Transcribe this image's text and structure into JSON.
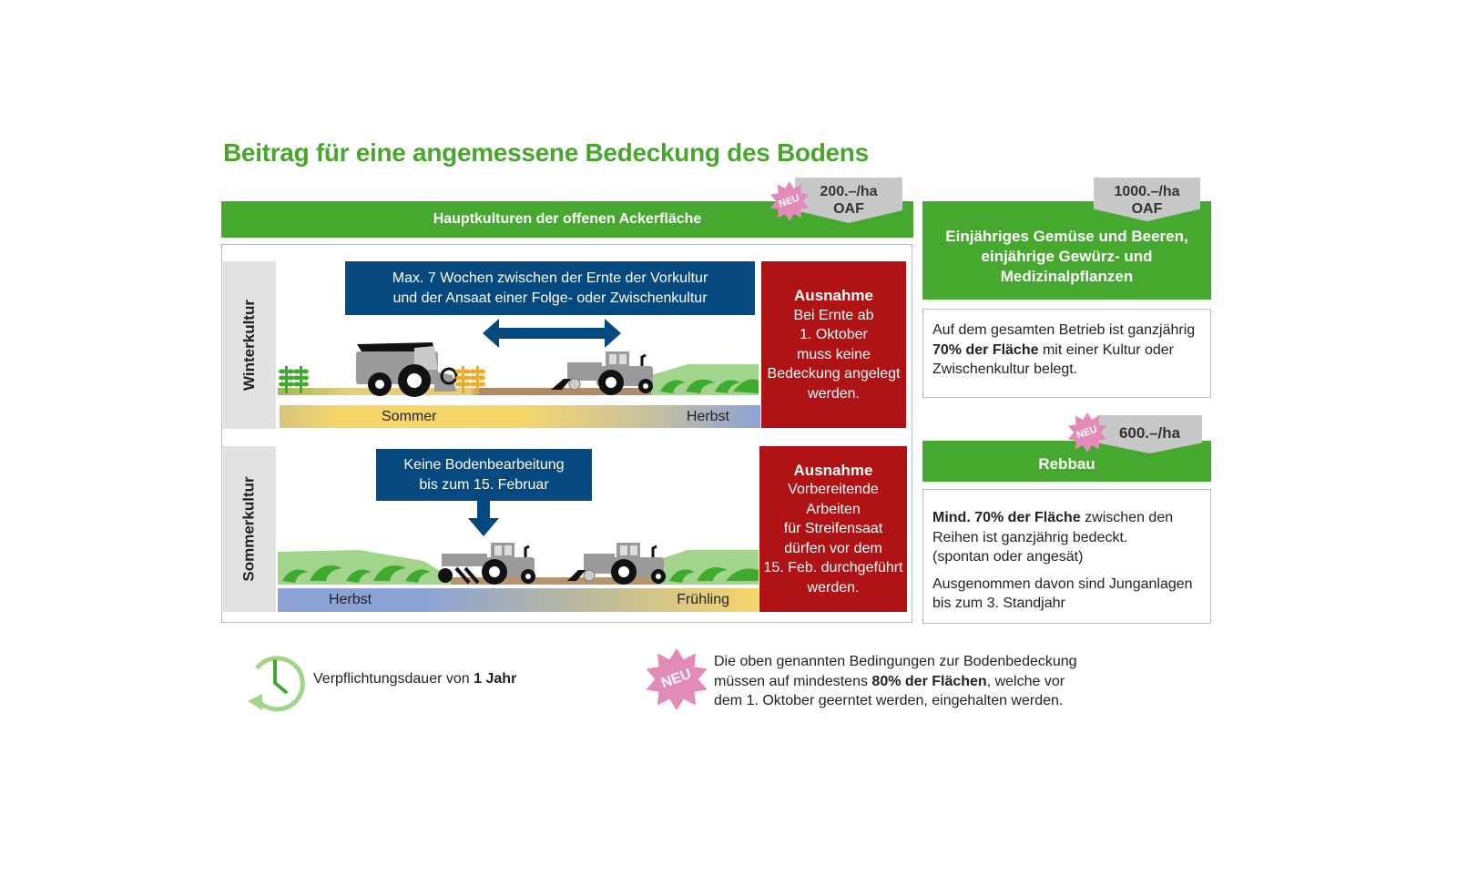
{
  "title": "Beitrag für eine angemessene Bedeckung des Bodens",
  "left_panel": {
    "header": "Hauptkulturen der offenen Ackerfläche",
    "badge": "NEU",
    "price_line1": "200.–/ha",
    "price_line2": "OAF",
    "winter": {
      "label": "Winterkultur",
      "info": [
        "Max. 7 Wochen zwischen der Ernte der Vorkultur",
        "und der Ansaat einer Folge- oder Zwischenkultur"
      ],
      "seasons": [
        "Sommer",
        "Herbst"
      ],
      "exception_title": "Ausnahme",
      "exception_lines": [
        "Bei Ernte ab",
        "1. Oktober",
        "muss keine",
        "Bedeckung angelegt",
        "werden."
      ]
    },
    "summer": {
      "label": "Sommerkultur",
      "info": [
        "Keine Bodenbearbeitung",
        "bis zum 15. Februar"
      ],
      "seasons": [
        "Herbst",
        "Frühling"
      ],
      "exception_title": "Ausnahme",
      "exception_lines": [
        "Vorbereitende",
        "Arbeiten",
        "für Streifensaat",
        "dürfen vor dem",
        "15. Feb. durchgeführt",
        "werden."
      ]
    }
  },
  "vegetables": {
    "price_line1": "1000.–/ha",
    "price_line2": "OAF",
    "header_lines": [
      "Einjähriges Gemüse und Beeren,",
      "einjährige Gewürz- und",
      "Medizinalpflanzen"
    ],
    "text_pre": "Auf dem gesamten Betrieb ist ganzjährig",
    "text_bold": "70% der Fläche",
    "text_post": " mit einer Kultur oder",
    "text_line3": "Zwischenkultur belegt."
  },
  "vineyard": {
    "badge": "NEU",
    "price": "600.–/ha",
    "header": "Rebbau",
    "text_bold": "Mind. 70% der Fläche",
    "text_post": " zwischen den",
    "text_line2": "Reihen ist ganzjährig bedeckt.",
    "text_line3": "(spontan oder angesät)",
    "text_line4": "Ausgenommen davon sind Junganlagen",
    "text_line5": "bis zum 3. Standjahr"
  },
  "footer": {
    "duration_pre": "Verpflichtungsdauer von ",
    "duration_bold": "1 Jahr",
    "badge": "NEU",
    "note_line1": "Die oben genannten Bedingungen zur Bodenbedeckung",
    "note_pre": "müssen auf mindestens ",
    "note_bold": "80% der Flächen",
    "note_post": ", welche vor",
    "note_line3": "dem 1. Oktober geerntet werden, eingehalten werden."
  },
  "colors": {
    "green": "#46a82e",
    "title_green": "#4aa52e",
    "blue": "#05497f",
    "red": "#b01316",
    "pink": "#e38ab8",
    "gray_tag": "#c8c8c8"
  }
}
